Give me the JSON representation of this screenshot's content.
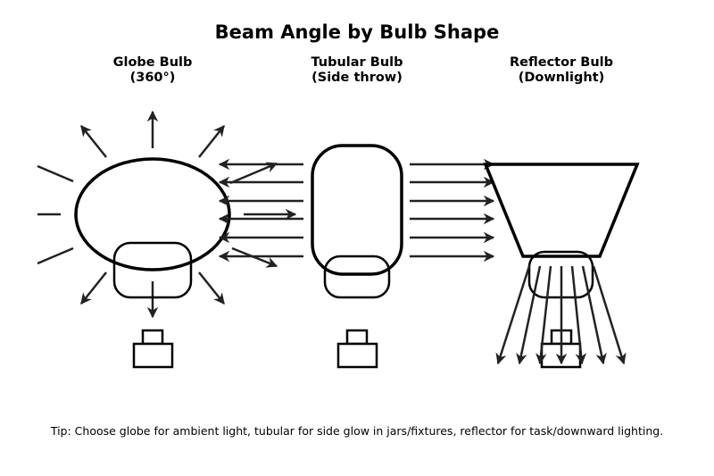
{
  "title": "Beam Angle by Bulb Shape",
  "bulbs": [
    {
      "name": "Globe Bulb",
      "subtitle": "(360°)",
      "beam": "omnidirectional"
    },
    {
      "name": "Tubular Bulb",
      "subtitle": "(Side throw)",
      "beam": "sideways"
    },
    {
      "name": "Reflector Bulb",
      "subtitle": "(Downlight)",
      "beam": "downward"
    }
  ],
  "tip": "Tip: Choose globe for ambient light, tubular for side glow in jars/fixtures, reflector for task/downward lighting.",
  "colors": {
    "outline": "#000000",
    "arrow": "#222222",
    "background": "#ffffff"
  }
}
